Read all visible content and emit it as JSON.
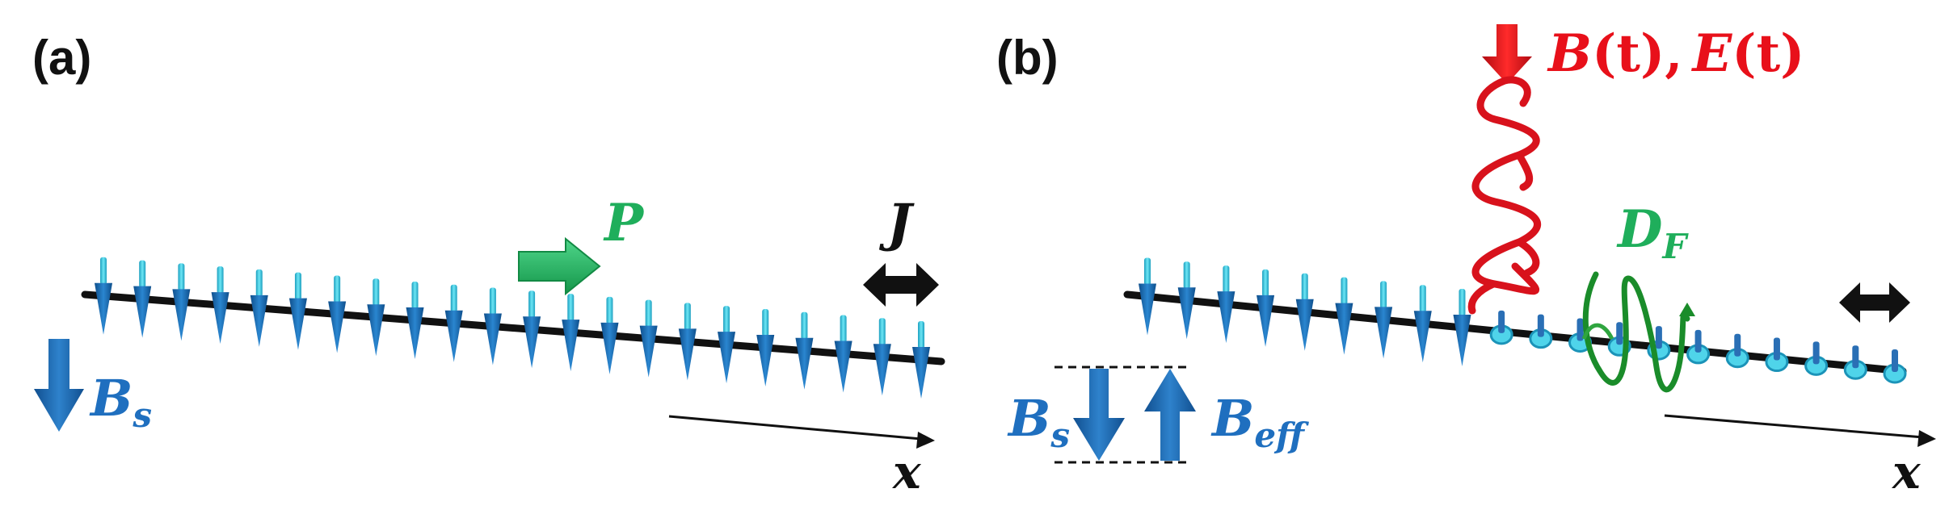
{
  "panels": {
    "a": {
      "label": "(a)",
      "B_s": {
        "main": "B",
        "sub": "s"
      },
      "P": "P",
      "J": "J",
      "x_axis": "x"
    },
    "b": {
      "label": "(b)",
      "field": {
        "B": "B",
        "t1": "(t)",
        "sep": ",",
        "E": "E",
        "t2": "(t)"
      },
      "D_F": {
        "main": "D",
        "sub": "F"
      },
      "B_s": {
        "main": "B",
        "sub": "s"
      },
      "B_eff": {
        "main": "B",
        "sub": "eff"
      },
      "x_axis": "x"
    }
  },
  "colors": {
    "spin_blue": "#1a6fb5",
    "spin_cyan": "#35c8e0",
    "field_blue": "#1f6fbf",
    "polarization_green": "#1fae5b",
    "drive_red": "#e8101a",
    "dm_green": "#1a8c2a",
    "chain": "#111111"
  },
  "icons": [
    "spin-down-icon",
    "spin-up-icon",
    "double-arrow-icon",
    "field-arrow-icon",
    "helix-icon"
  ]
}
